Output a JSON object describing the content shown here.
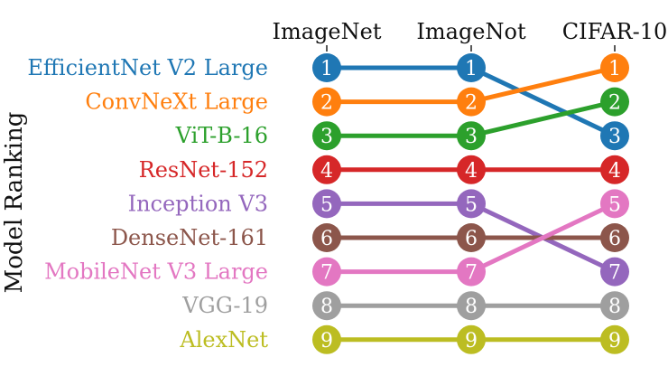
{
  "chart_data": {
    "type": "line",
    "ylabel": "Model Ranking",
    "categories": [
      "ImageNet",
      "ImageNot",
      "CIFAR-10"
    ],
    "series": [
      {
        "name": "EfficientNet V2 Large",
        "color": "#1f77b4",
        "values": [
          1,
          1,
          3
        ]
      },
      {
        "name": "ConvNeXt Large",
        "color": "#ff7f0e",
        "values": [
          2,
          2,
          1
        ]
      },
      {
        "name": "ViT-B-16",
        "color": "#2ca02c",
        "values": [
          3,
          3,
          2
        ]
      },
      {
        "name": "ResNet-152",
        "color": "#d62728",
        "values": [
          4,
          4,
          4
        ]
      },
      {
        "name": "Inception V3",
        "color": "#9467bd",
        "values": [
          5,
          5,
          7
        ]
      },
      {
        "name": "DenseNet-161",
        "color": "#8c564b",
        "values": [
          6,
          6,
          6
        ]
      },
      {
        "name": "MobileNet V3 Large",
        "color": "#e377c2",
        "values": [
          7,
          7,
          5
        ]
      },
      {
        "name": "VGG-19",
        "color": "#9f9f9f",
        "values": [
          8,
          8,
          8
        ]
      },
      {
        "name": "AlexNet",
        "color": "#bcbd22",
        "values": [
          9,
          9,
          9
        ]
      }
    ],
    "ylim": [
      1,
      9
    ],
    "y_inverted": true,
    "grid": false,
    "legend": "left"
  }
}
